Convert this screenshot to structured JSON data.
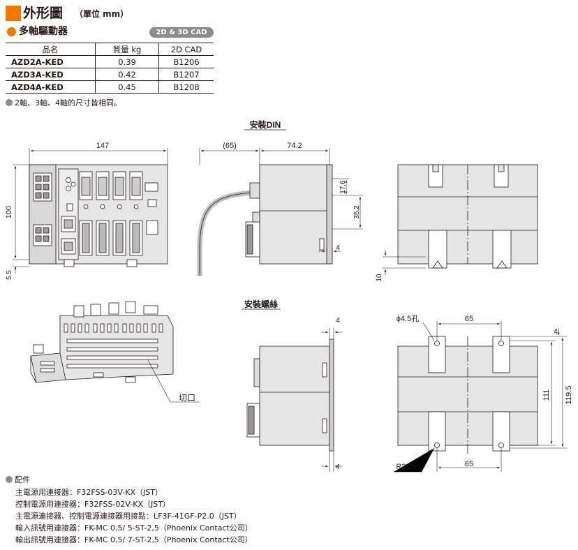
{
  "header": {
    "title": "外形圖",
    "unit": "（單位 mm）",
    "subtitle": "多軸驅動器",
    "cad_badge": "2D & 3D CAD"
  },
  "table": {
    "headers": [
      "品名",
      "質量 kg",
      "2D CAD"
    ],
    "rows": [
      [
        "AZD2A-KED",
        "0.39",
        "B1206"
      ],
      [
        "AZD3A-KED",
        "0.42",
        "B1207"
      ],
      [
        "AZD4A-KED",
        "0.45",
        "B1208"
      ]
    ]
  },
  "note": "2軸、3軸、4軸的尺寸皆相同。",
  "drawings": {
    "din_label": "安裝DIN",
    "screw_label": "安裝螺絲",
    "dim_147": "147",
    "dim_100": "100",
    "dim_5_5": "5.5",
    "dim_65_paren": "(65)",
    "dim_74_2": "74.2",
    "dim_17_6": "17.6",
    "dim_35_2": "35.2",
    "dim_4": "4",
    "dim_10": "10",
    "cutout_label": "切口",
    "hole_label": "ϕ4.5孔",
    "dim_65": "65",
    "dim_111": "111",
    "dim_119_5": "119.5",
    "radius_label": "R2.25"
  },
  "accessories": {
    "heading": "配件",
    "items": [
      "主電源用連接器：F32FSS-03V-KX（JST）",
      "控制電源用連接器：F32FSS-02V-KX（JST）",
      "主電源連接器、控制電源連接器用接點：LF3F-41GF-P2.0（JST）",
      "輸入訊號用連接器：FK-MC 0,5/ 5-ST-2,5（Phoenix Contact公司）",
      "輸出訊號用連接器：FK-MC 0,5/ 7-ST-2,5（Phoenix Contact公司）"
    ]
  },
  "colors": {
    "accent": "#ee7800",
    "badge": "#8c8c8c",
    "body": "#e6e6e6",
    "line": "#231815"
  }
}
